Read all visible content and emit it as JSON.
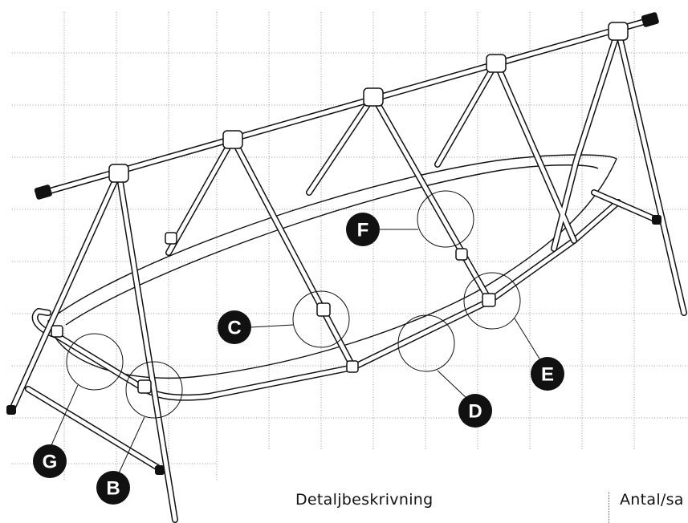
{
  "callouts": [
    {
      "letter": "F"
    },
    {
      "letter": "C"
    },
    {
      "letter": "E"
    },
    {
      "letter": "D"
    },
    {
      "letter": "G"
    },
    {
      "letter": "B"
    }
  ],
  "footer": {
    "left_label": "Detaljbeskrivning",
    "right_label": "Antal/sa"
  },
  "colors": {
    "ink": "#111111",
    "grid": "#7a7a7a",
    "background": "#ffffff"
  }
}
